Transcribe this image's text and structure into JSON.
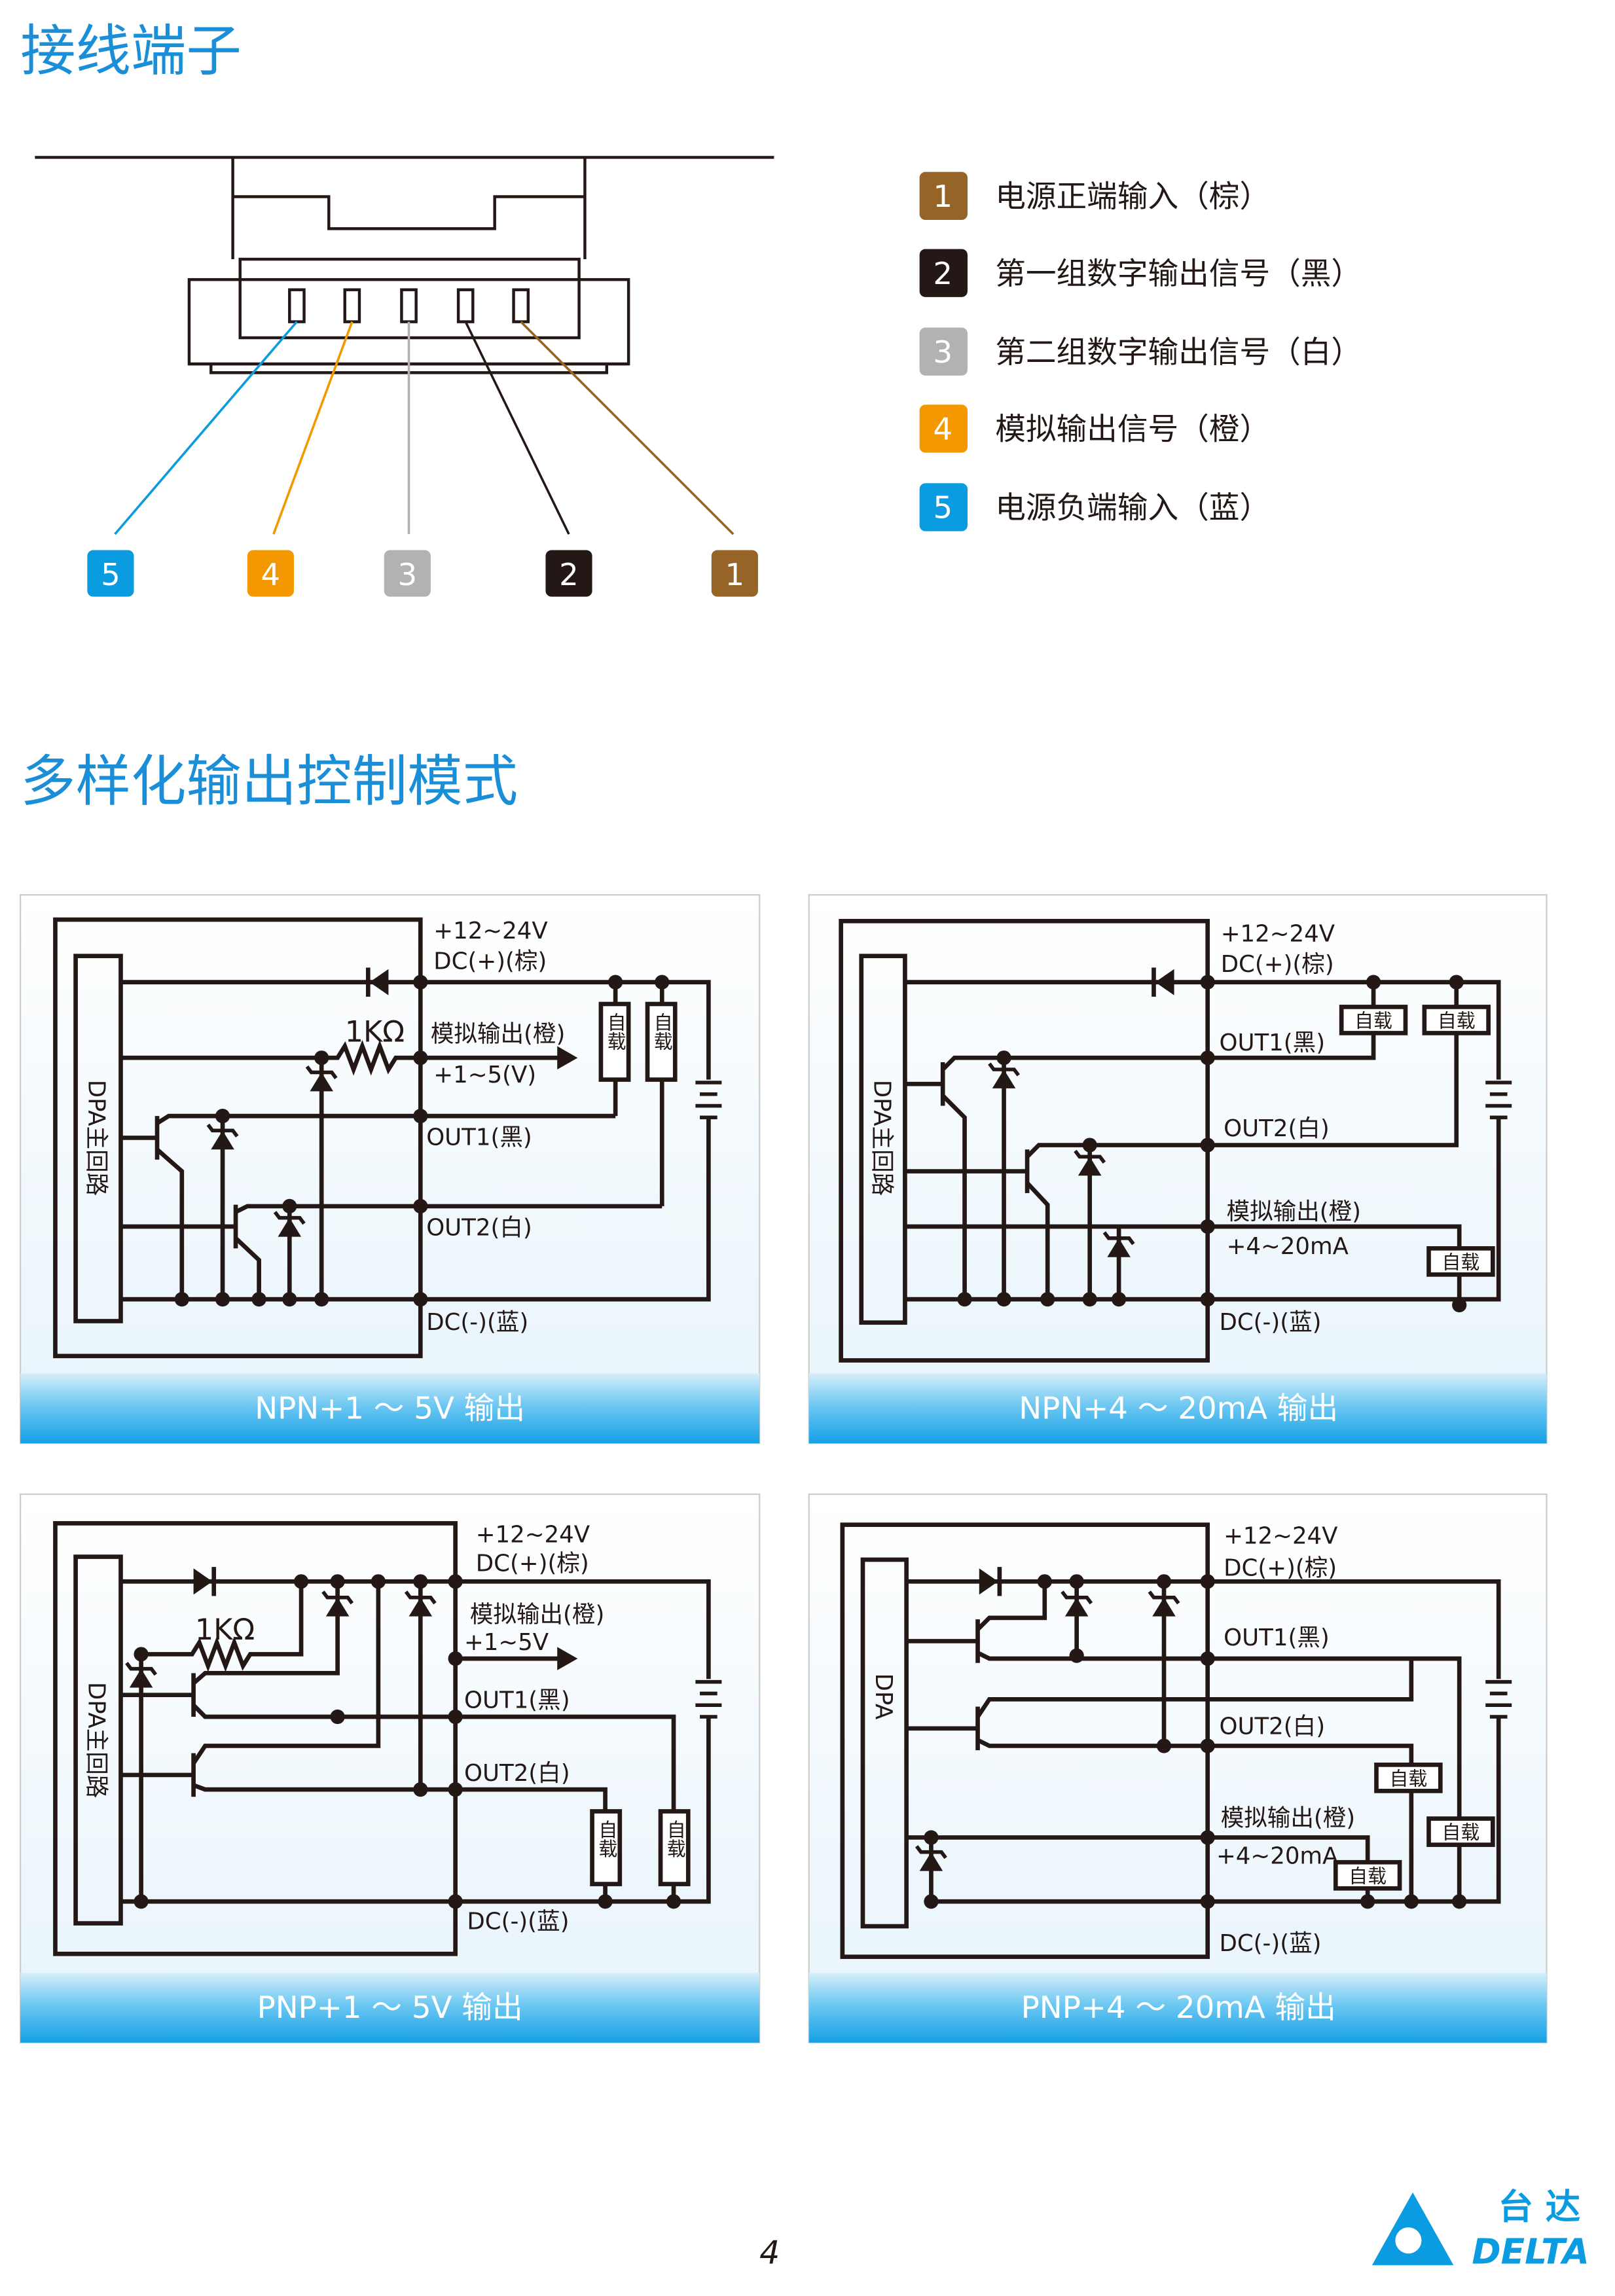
{
  "section1": {
    "title": "接线端子",
    "pins": [
      {
        "num": "1",
        "color": "#956426",
        "label": "电源正端输入（棕）"
      },
      {
        "num": "2",
        "color": "#231815",
        "label": "第一组数字输出信号（黑）"
      },
      {
        "num": "3",
        "color": "#b2b2b2",
        "label": "第二组数字输出信号（白）"
      },
      {
        "num": "4",
        "color": "#f39800",
        "label": "模拟输出信号（橙）"
      },
      {
        "num": "5",
        "color": "#0a9be0",
        "label": "电源负端输入（蓝）"
      }
    ]
  },
  "section2": {
    "title": "多样化输出控制模式",
    "load_label": "自载",
    "panels": [
      {
        "caption": "NPN+1 ～ 5V 输出",
        "block": "DPA主回路",
        "vplus": "+12~24V",
        "dcplus": "DC(+)(棕)",
        "resistor": "1KΩ",
        "analog": "模拟输出(橙)",
        "range": "+1~5(V)",
        "out1": "OUT1(黑)",
        "out2": "OUT2(白)",
        "dcminus": "DC(-)(蓝)"
      },
      {
        "caption": "NPN+4 ～ 20mA 输出",
        "block": "DPA主回路",
        "vplus": "+12~24V",
        "dcplus": "DC(+)(棕)",
        "analog": "模拟输出(橙)",
        "range": "+4~20mA",
        "out1": "OUT1(黑)",
        "out2": "OUT2(白)",
        "dcminus": "DC(-)(蓝)"
      },
      {
        "caption": "PNP+1 ～ 5V 输出",
        "block": "DPA主回路",
        "vplus": "+12~24V",
        "dcplus": "DC(+)(棕)",
        "resistor": "1KΩ",
        "analog": "模拟输出(橙)",
        "range": "+1~5V",
        "out1": "OUT1(黑)",
        "out2": "OUT2(白)",
        "dcminus": "DC(-)(蓝)"
      },
      {
        "caption": "PNP+4 ～ 20mA 输出",
        "block": "DPA",
        "vplus": "+12~24V",
        "dcplus": "DC(+)(棕)",
        "analog": "模拟输出(橙)",
        "range": "+4~20mA",
        "out1": "OUT1(黑)",
        "out2": "OUT2(白)",
        "dcminus": "DC(-)(蓝)"
      }
    ]
  },
  "footer": {
    "page_number": "4",
    "logo_cn": "台 达",
    "logo_en": "DELTA",
    "brand_color": "#0a9be0"
  }
}
